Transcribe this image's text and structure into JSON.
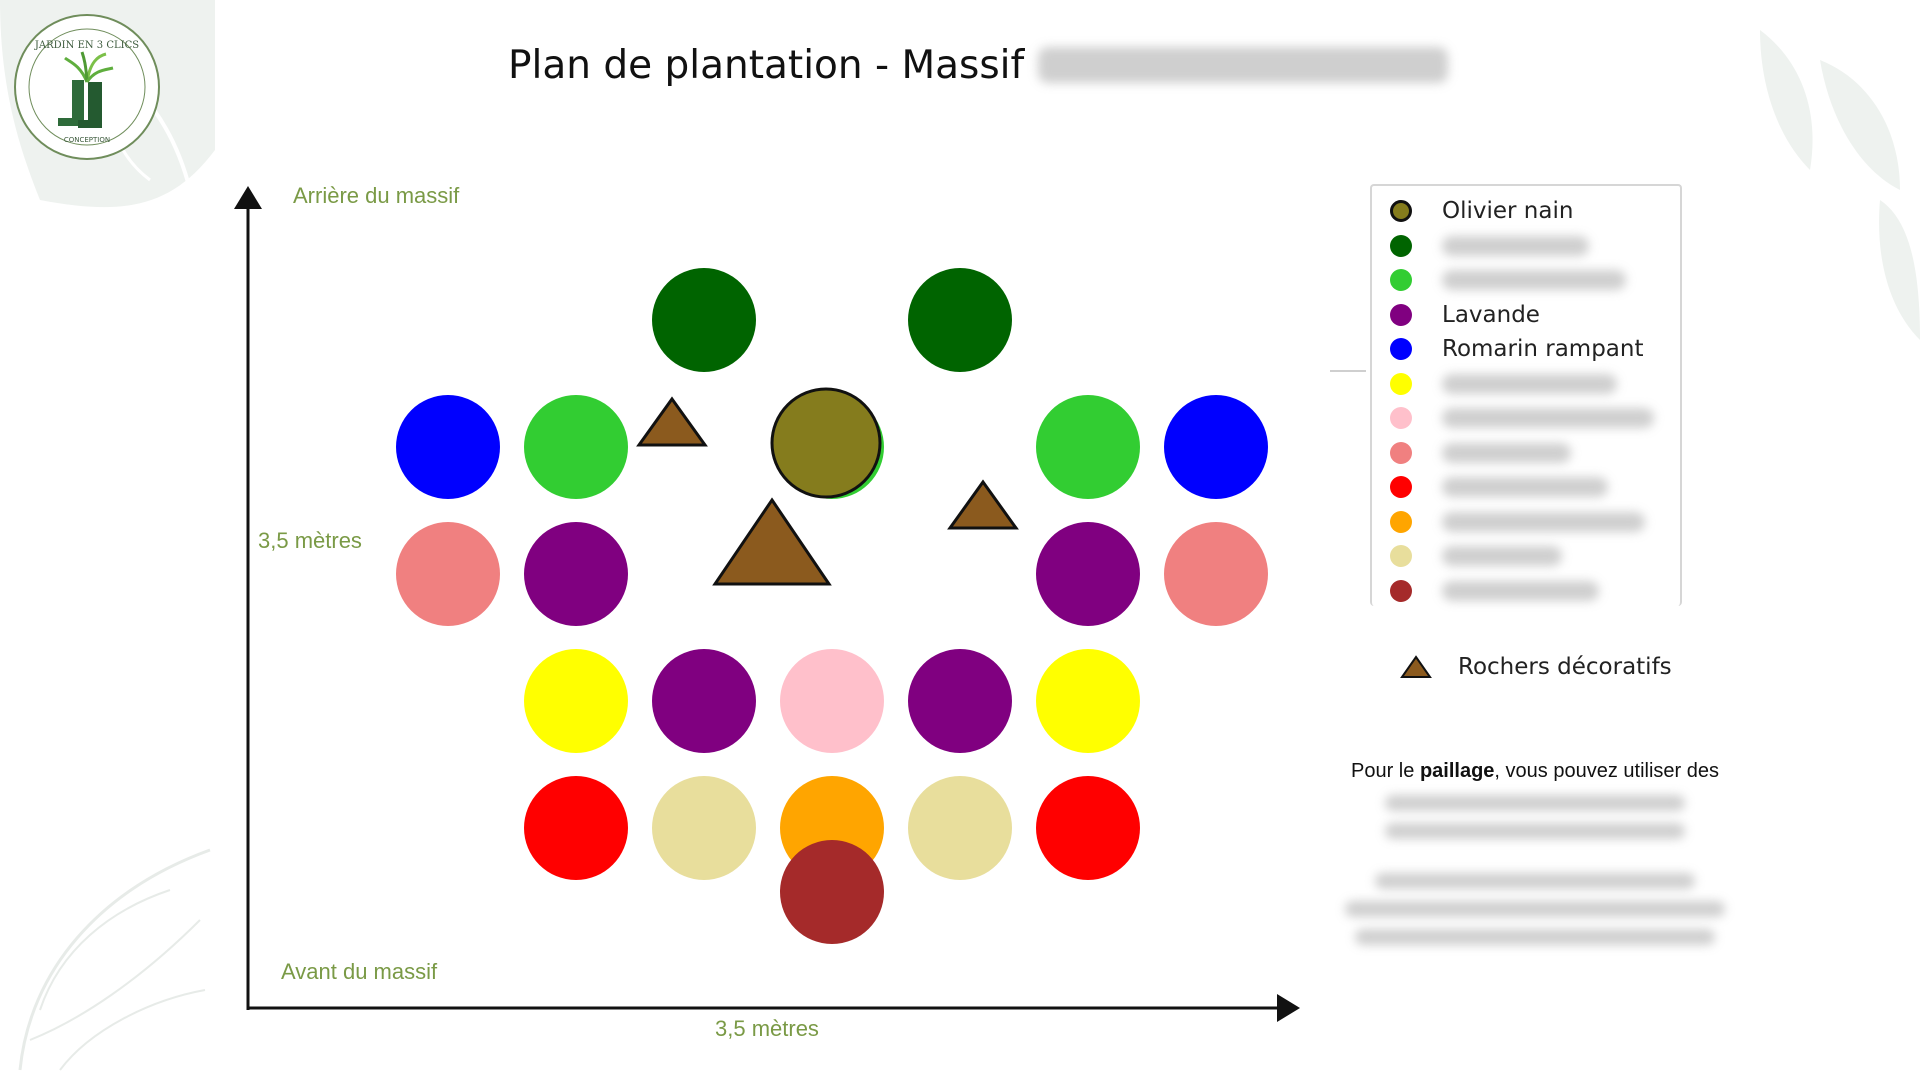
{
  "title": "Plan de plantation - Massif",
  "logo": {
    "text_top": "JARDIN EN 3 CLICS",
    "text_bottom": "CONCEPTION",
    "icon": "boots-plant-icon"
  },
  "axes": {
    "top_label": "Arrière du massif",
    "bottom_label": "Avant du massif",
    "y_label": "3,5 mètres",
    "x_label": "3,5 mètres"
  },
  "colors": {
    "axis_label": "#7a9a46",
    "olivier": "#857c1d",
    "dark_green": "#006400",
    "light_green": "#32cd32",
    "purple": "#800080",
    "blue": "#0000ff",
    "yellow": "#ffff00",
    "pink": "#ffc0cb",
    "salmon": "#f08080",
    "red": "#ff0000",
    "orange": "#ffa500",
    "beige": "#e8de9c",
    "brown_red": "#a52a2a",
    "rock": "#8b5a1e"
  },
  "legend": [
    {
      "label": "Olivier nain",
      "color": "#857c1d",
      "outlined": true
    },
    {
      "label": "",
      "color": "#006400",
      "blurred": true
    },
    {
      "label": "",
      "color": "#32cd32",
      "blurred": true
    },
    {
      "label": "Lavande",
      "color": "#800080"
    },
    {
      "label": "Romarin rampant",
      "color": "#0000ff"
    },
    {
      "label": "",
      "color": "#ffff00",
      "blurred": true
    },
    {
      "label": "",
      "color": "#ffc0cb",
      "blurred": true
    },
    {
      "label": "",
      "color": "#f08080",
      "blurred": true
    },
    {
      "label": "",
      "color": "#ff0000",
      "blurred": true
    },
    {
      "label": "",
      "color": "#ffa500",
      "blurred": true
    },
    {
      "label": "",
      "color": "#e8de9c",
      "blurred": true
    },
    {
      "label": "",
      "color": "#a52a2a",
      "blurred": true
    }
  ],
  "rock_legend": {
    "label": "Rochers décoratifs",
    "icon": "triangle-rock-icon"
  },
  "note": {
    "before": "Pour le ",
    "bold": "paillage",
    "after": ", vous pouvez utiliser des"
  }
}
